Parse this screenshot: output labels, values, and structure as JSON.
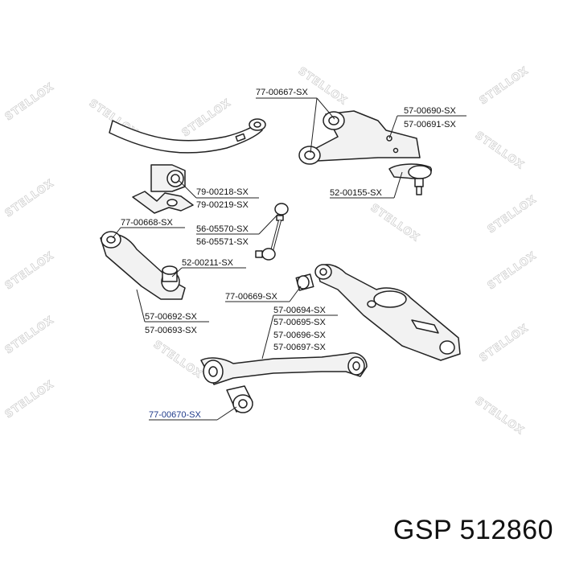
{
  "watermark": "STELLOX",
  "labels": {
    "p77_00667": "77-00667-SX",
    "p57_00690": "57-00690-SX",
    "p57_00691": "57-00691-SX",
    "p52_00155": "52-00155-SX",
    "p79_00218": "79-00218-SX",
    "p79_00219": "79-00219-SX",
    "p77_00668": "77-00668-SX",
    "p56_05570": "56-05570-SX",
    "p56_05571": "56-05571-SX",
    "p52_00211": "52-00211-SX",
    "p77_00669": "77-00669-SX",
    "p57_00692": "57-00692-SX",
    "p57_00693": "57-00693-SX",
    "p57_00694": "57-00694-SX",
    "p57_00695": "57-00695-SX",
    "p57_00696": "57-00696-SX",
    "p57_00697": "57-00697-SX",
    "p77_00670": "77-00670-SX"
  },
  "caption": "GSP 512860",
  "colors": {
    "line": "#222222",
    "highlight_label": "#1f3a8a",
    "watermark": "#cfcfcf"
  }
}
